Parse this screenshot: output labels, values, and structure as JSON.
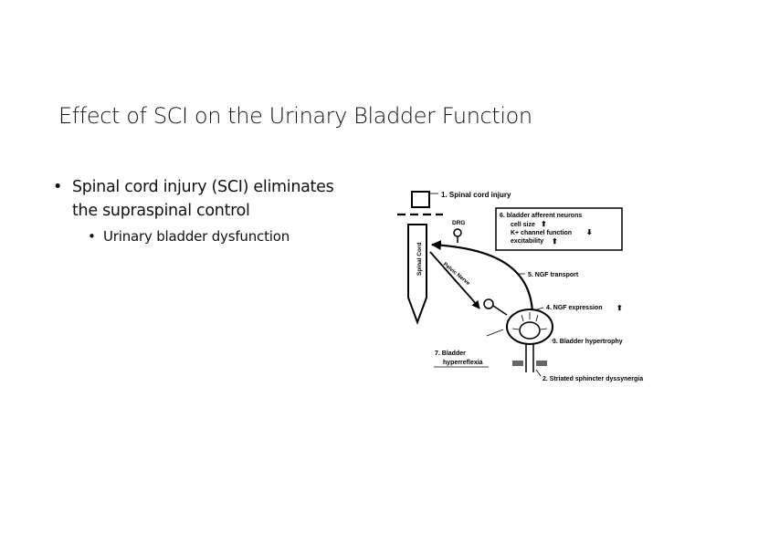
{
  "slide": {
    "title": "Effect of SCI on the Urinary Bladder Function",
    "bullet_symbol": "•",
    "bullets": [
      {
        "text": "Spinal cord injury (SCI) eliminates the supraspinal control",
        "sub": [
          "Urinary bladder dysfunction"
        ]
      }
    ]
  },
  "diagram": {
    "labels": {
      "spinal_cord_injury": "1. Spinal cord injury",
      "drg": "DRG",
      "spinal_cord": "Spinal Cord",
      "pelvic_nerve": "Pelvic Nerve",
      "afferent_title": "6. bladder afferent neurons",
      "cell_size": "cell size",
      "k_channel": "K+ channel function",
      "excitability": "excitability",
      "ngf_transport": "5. NGF transport",
      "ngf_expression": "4. NGF expression",
      "bladder_hypertrophy": "3. Bladder hypertrophy",
      "hyperreflexia_line1": "7. Bladder",
      "hyperreflexia_line2": "hyperreflexia",
      "sphincter": "2. Striated sphincter dyssynergia"
    },
    "arrows": {
      "cell_size": "up",
      "k_channel": "down",
      "excitability": "up",
      "ngf_expression": "up"
    }
  }
}
